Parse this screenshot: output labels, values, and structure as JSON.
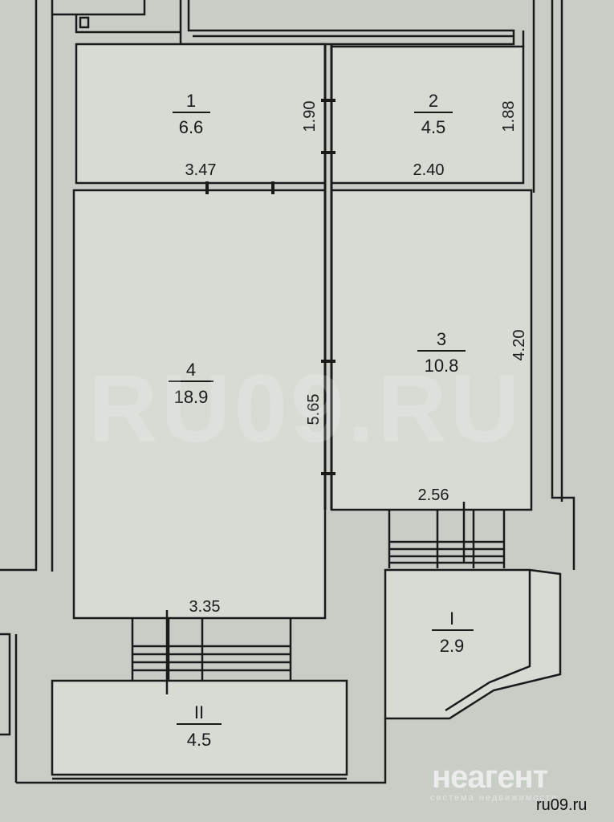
{
  "rooms": [
    {
      "number": "1",
      "area": "6.6"
    },
    {
      "number": "2",
      "area": "4.5"
    },
    {
      "number": "3",
      "area": "10.8"
    },
    {
      "number": "4",
      "area": "18.9"
    },
    {
      "number": "I",
      "area": "2.9"
    },
    {
      "number": "II",
      "area": "4.5"
    }
  ],
  "dimensions": {
    "room1_height": "1.90",
    "room1_width": "3.47",
    "room2_height": "1.88",
    "room2_width": "2.40",
    "room3_height": "4.20",
    "room3_width": "2.56",
    "room4_height": "5.65",
    "room4_width": "3.35"
  },
  "watermark": {
    "text": "RU09.RU",
    "logo": "неагент",
    "logo_sub": "система недвижимости",
    "site": "ru09.ru"
  },
  "colors": {
    "paper": "#c8cec6",
    "line": "#1a1a1a",
    "fill": "#d6dbd4"
  }
}
